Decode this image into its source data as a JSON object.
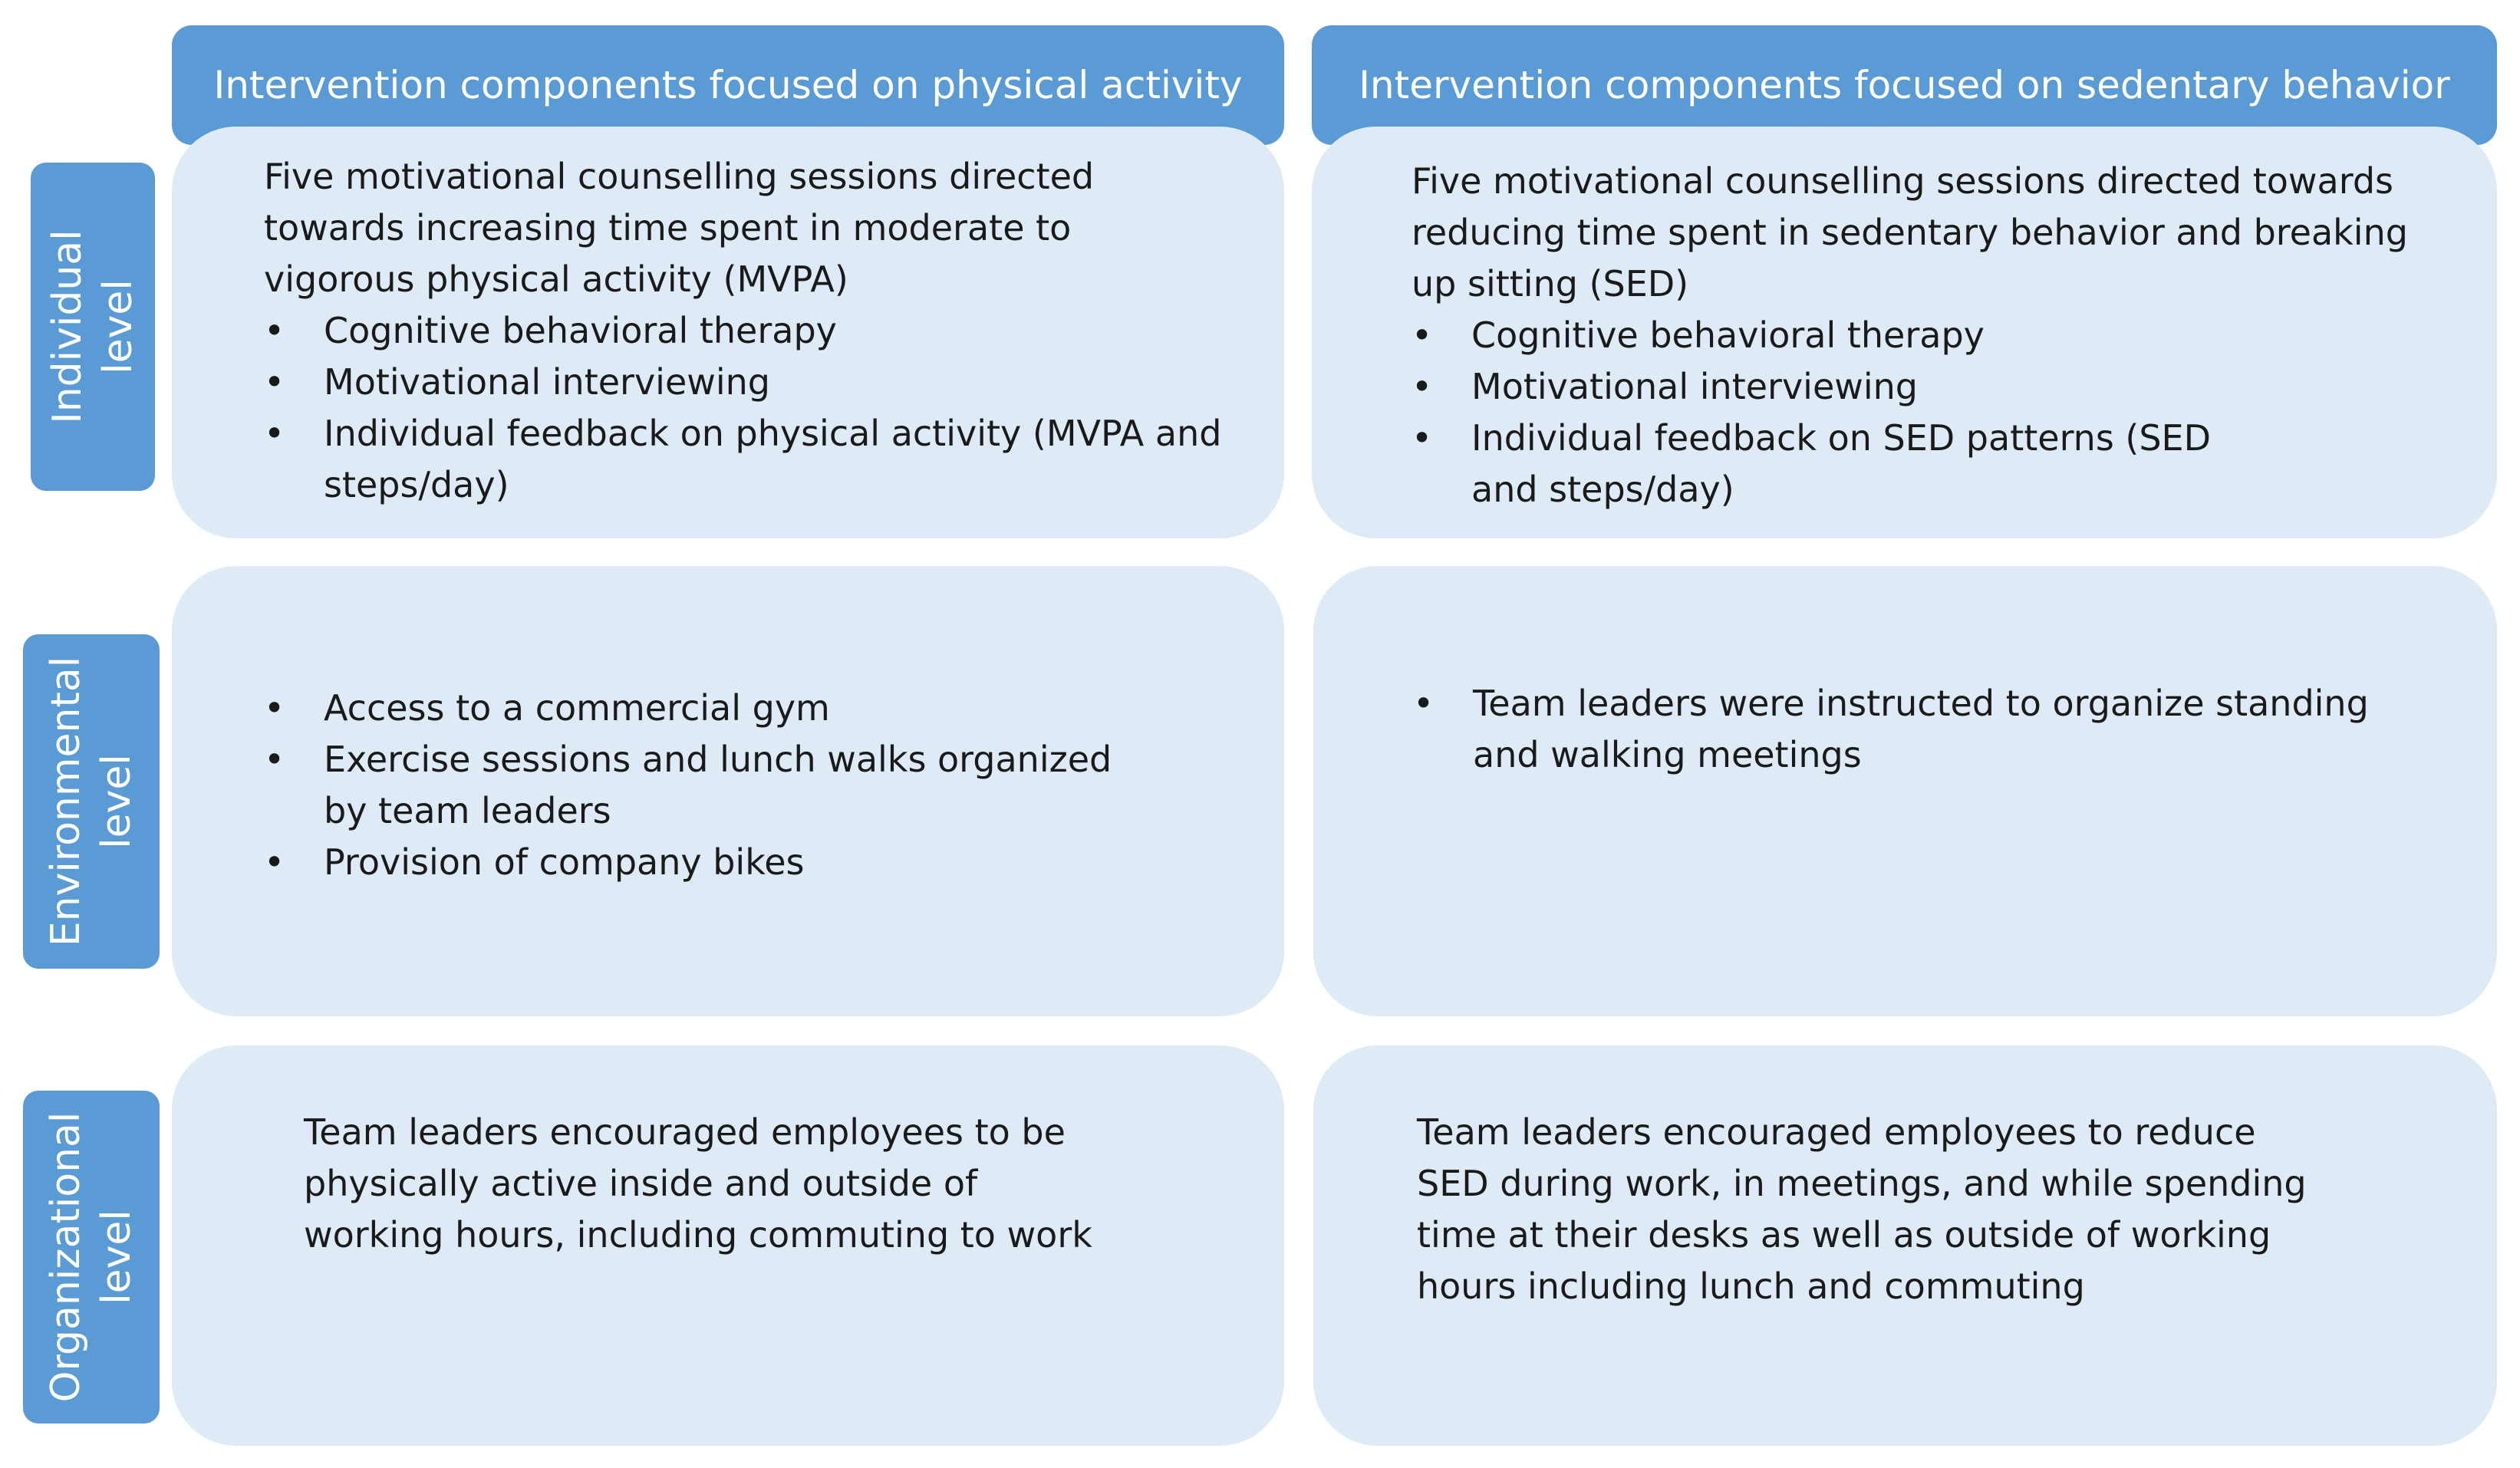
{
  "headers": {
    "physical_activity": "Intervention components focused on physical activity",
    "sedentary_behavior": "Intervention components focused on sedentary behavior"
  },
  "row_labels": {
    "individual": [
      "Individual",
      "level"
    ],
    "environmental": [
      "Environmental",
      "level"
    ],
    "organizational": [
      "Organizational",
      "level"
    ]
  },
  "cells": {
    "individual_pa": {
      "intro": "Five motivational counselling sessions directed towards increasing time spent in moderate to vigorous physical activity (MVPA)",
      "bullets": [
        "Cognitive behavioral therapy",
        "Motivational interviewing",
        "Individual feedback on physical activity (MVPA and steps/day)"
      ]
    },
    "individual_sb": {
      "intro": "Five motivational counselling sessions directed towards reducing time spent in sedentary behavior and breaking up sitting (SED)",
      "bullets": [
        "Cognitive behavioral therapy",
        "Motivational interviewing",
        "Individual feedback on SED patterns (SED and steps/day)"
      ]
    },
    "environmental_pa": {
      "bullets": [
        "Access to a commercial gym",
        "Exercise sessions and lunch walks organized by team leaders",
        "Provision of company bikes"
      ]
    },
    "environmental_sb": {
      "bullets": [
        "Team leaders were instructed to organize standing and walking meetings"
      ]
    },
    "organizational_pa": {
      "text": "Team leaders encouraged employees to be physically active inside and outside of working hours, including commuting to work"
    },
    "organizational_sb": {
      "text": "Team leaders encouraged employees to reduce SED during work, in meetings, and while spending time at their desks as well as outside of working hours including lunch and commuting"
    }
  },
  "bullet_glyph": "•",
  "colors": {
    "header_fill": "#5b9bd5",
    "cell_fill": "#deebf7",
    "text": "#1a1a1a",
    "header_text": "#ffffff"
  }
}
